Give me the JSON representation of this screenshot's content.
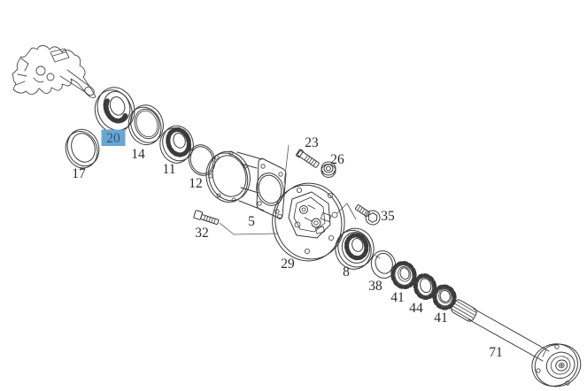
{
  "diagram": {
    "type": "exploded-parts-diagram",
    "background_color": "#ffffff",
    "line_color": "#3b3b3b",
    "highlight": {
      "part": "20",
      "box_color": "#69a6d2",
      "text_color": "#24597b"
    },
    "callouts": [
      {
        "text": "17"
      },
      {
        "text": "20"
      },
      {
        "text": "14"
      },
      {
        "text": "11"
      },
      {
        "text": "12"
      },
      {
        "text": "5"
      },
      {
        "text": "32"
      },
      {
        "text": "23"
      },
      {
        "text": "26"
      },
      {
        "text": "29"
      },
      {
        "text": "35"
      },
      {
        "text": "8"
      },
      {
        "text": "38"
      },
      {
        "text": "41"
      },
      {
        "text": "44"
      },
      {
        "text": "41"
      },
      {
        "text": "71"
      }
    ]
  }
}
